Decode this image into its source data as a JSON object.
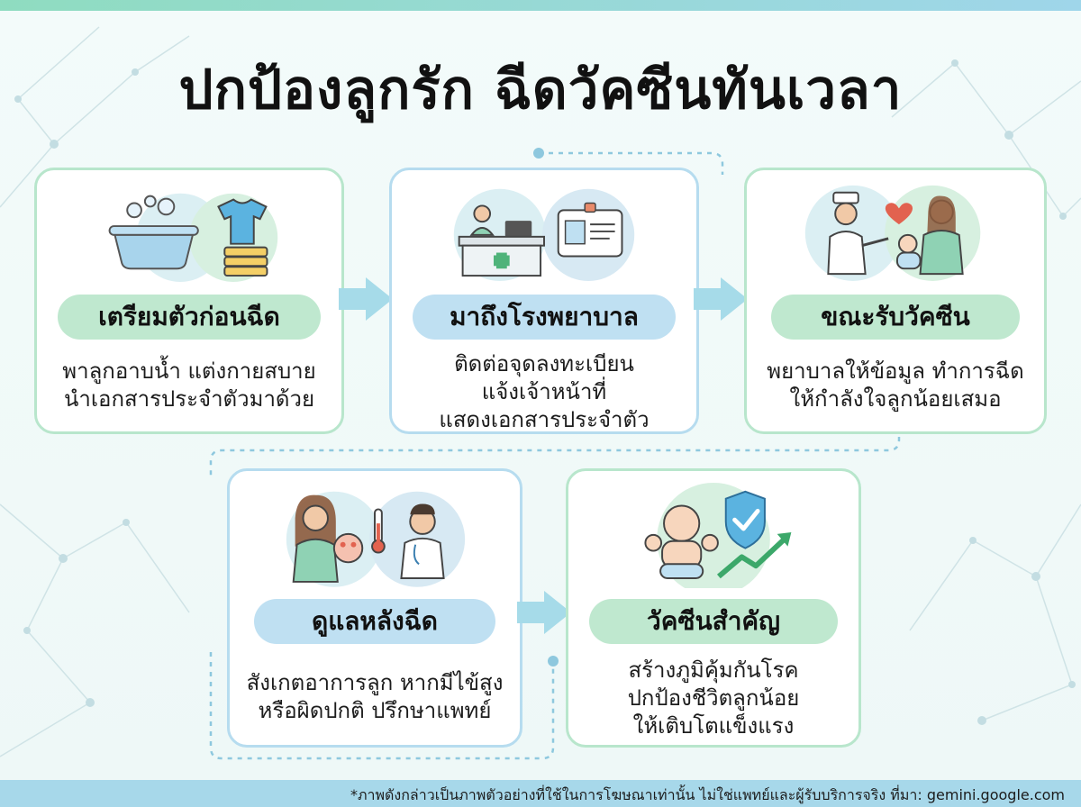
{
  "title": "ปกป้องลูกรัก ฉีดวัคซีนทันเวลา",
  "colors": {
    "green_pill": "#bfe8cf",
    "blue_pill": "#bfe0f2",
    "green_border": "#b8e6cc",
    "blue_border": "#b6dcef",
    "footer": "#a7d8ea"
  },
  "steps": [
    {
      "title": "เตรียมตัวก่อนฉีด",
      "lines": [
        "พาลูกอาบน้ำ แต่งกายสบาย",
        "นำเอกสารประจำตัวมาด้วย"
      ],
      "icons": [
        "bath-tub-icon",
        "clothes-icon"
      ]
    },
    {
      "title": "มาถึงโรงพยาบาล",
      "lines": [
        "ติดต่อจุดลงทะเบียน",
        "แจ้งเจ้าหน้าที่",
        "แสดงเอกสารประจำตัว"
      ],
      "icons": [
        "reception-desk-icon",
        "id-card-icon"
      ]
    },
    {
      "title": "ขณะรับวัคซีน",
      "lines": [
        "พยาบาลให้ข้อมูล ทำการฉีด",
        "ให้กำลังใจลูกน้อยเสมอ"
      ],
      "icons": [
        "nurse-injection-icon",
        "mother-baby-icon"
      ]
    },
    {
      "title": "ดูแลหลังฉีด",
      "lines": [
        "สังเกตอาการลูก หากมีไข้สูง",
        "หรือผิดปกติ ปรึกษาแพทย์"
      ],
      "icons": [
        "mother-sick-child-icon",
        "doctor-icon"
      ]
    },
    {
      "title": "วัคซีนสำคัญ",
      "lines": [
        "สร้างภูมิคุ้มกันโรค",
        "ปกป้องชีวิตลูกน้อย",
        "ให้เติบโตแข็งแรง"
      ],
      "icons": [
        "strong-baby-icon",
        "shield-check-icon"
      ]
    }
  ],
  "footer": "*ภาพดังกล่าวเป็นภาพตัวอย่างที่ใช้ในการโฆษณาเท่านั้น ไม่ใช่แพทย์และผู้รับบริการจริง ที่มา: gemini.google.com"
}
